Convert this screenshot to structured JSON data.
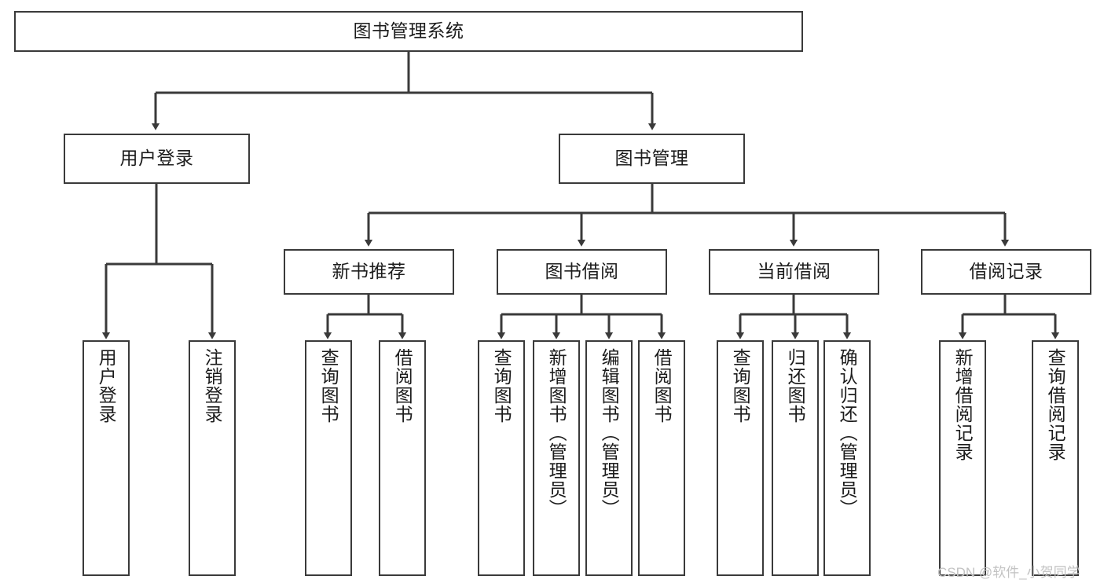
{
  "diagram": {
    "title": "图书管理系统",
    "type": "tree",
    "orientation": "top-down",
    "colors": {
      "box_border": "#3a3a3a",
      "box_fill": "#ffffff",
      "edge": "#3a3a3a",
      "text": "#1c1c1c",
      "watermark": "#c2c2c2",
      "background": "#ffffff"
    },
    "root": {
      "id": "root",
      "label": "图书管理系统",
      "orientation": "horizontal"
    },
    "level2": [
      {
        "id": "user-login",
        "label": "用户登录",
        "orientation": "horizontal",
        "children": [
          {
            "id": "user-login-do",
            "label": "用户登录",
            "orientation": "vertical"
          },
          {
            "id": "user-logout",
            "label": "注销登录",
            "orientation": "vertical"
          }
        ]
      },
      {
        "id": "book-manage",
        "label": "图书管理",
        "orientation": "horizontal",
        "children": [
          {
            "id": "new-book-rec",
            "label": "新书推荐",
            "orientation": "horizontal",
            "children": [
              {
                "id": "rec-query-book",
                "label": "查询图书",
                "orientation": "vertical"
              },
              {
                "id": "rec-borrow-book",
                "label": "借阅图书",
                "orientation": "vertical"
              }
            ]
          },
          {
            "id": "book-borrow",
            "label": "图书借阅",
            "orientation": "horizontal",
            "children": [
              {
                "id": "borrow-query-book",
                "label": "查询图书",
                "orientation": "vertical"
              },
              {
                "id": "borrow-add-book",
                "label": "新增图书（管理员）",
                "orientation": "vertical"
              },
              {
                "id": "borrow-edit-book",
                "label": "编辑图书（管理员）",
                "orientation": "vertical"
              },
              {
                "id": "borrow-lend-book",
                "label": "借阅图书",
                "orientation": "vertical"
              }
            ]
          },
          {
            "id": "current-borrow",
            "label": "当前借阅",
            "orientation": "horizontal",
            "children": [
              {
                "id": "cur-query-book",
                "label": "查询图书",
                "orientation": "vertical"
              },
              {
                "id": "cur-return-book",
                "label": "归还图书",
                "orientation": "vertical"
              },
              {
                "id": "cur-confirm-return",
                "label": "确认归还（管理员）",
                "orientation": "vertical"
              }
            ]
          },
          {
            "id": "borrow-record",
            "label": "借阅记录",
            "orientation": "horizontal",
            "children": [
              {
                "id": "rec-add-record",
                "label": "新增借阅记录",
                "orientation": "vertical"
              },
              {
                "id": "rec-query-record",
                "label": "查询借阅记录",
                "orientation": "vertical"
              }
            ]
          }
        ]
      }
    ],
    "watermark": "CSDN @软件_小贺同学"
  }
}
